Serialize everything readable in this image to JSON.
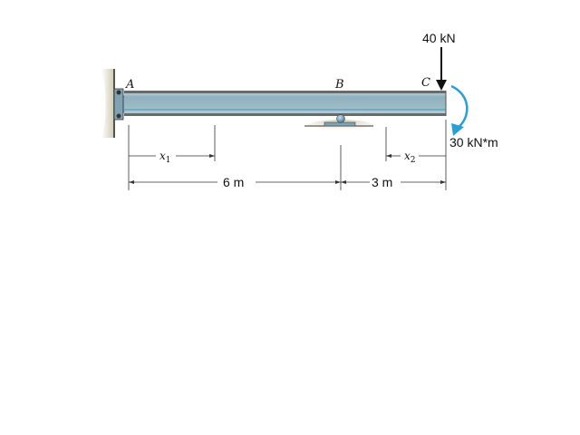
{
  "diagram": {
    "points": [
      {
        "id": "A",
        "label": "A"
      },
      {
        "id": "B",
        "label": "B"
      },
      {
        "id": "C",
        "label": "C"
      }
    ],
    "loads": {
      "force": {
        "label": "40 kN",
        "value": 40,
        "unit": "kN",
        "direction": "down"
      },
      "moment": {
        "label": "30 kN*m",
        "value": 30,
        "unit": "kN*m",
        "direction": "clockwise"
      }
    },
    "dimensions": {
      "span_ab": {
        "label": "6 m",
        "value": 6,
        "unit": "m"
      },
      "span_bc": {
        "label": "3 m",
        "value": 3,
        "unit": "m"
      },
      "x1": {
        "label": "x",
        "subscript": "1"
      },
      "x2": {
        "label": "x",
        "subscript": "2"
      }
    },
    "colors": {
      "beam_top": "#b8cdd6",
      "beam_mid": "#7fa3b2",
      "beam_edge": "#5a5a5a",
      "moment_arrow": "#2a9fd6",
      "wall": "#d8d4c0"
    }
  }
}
